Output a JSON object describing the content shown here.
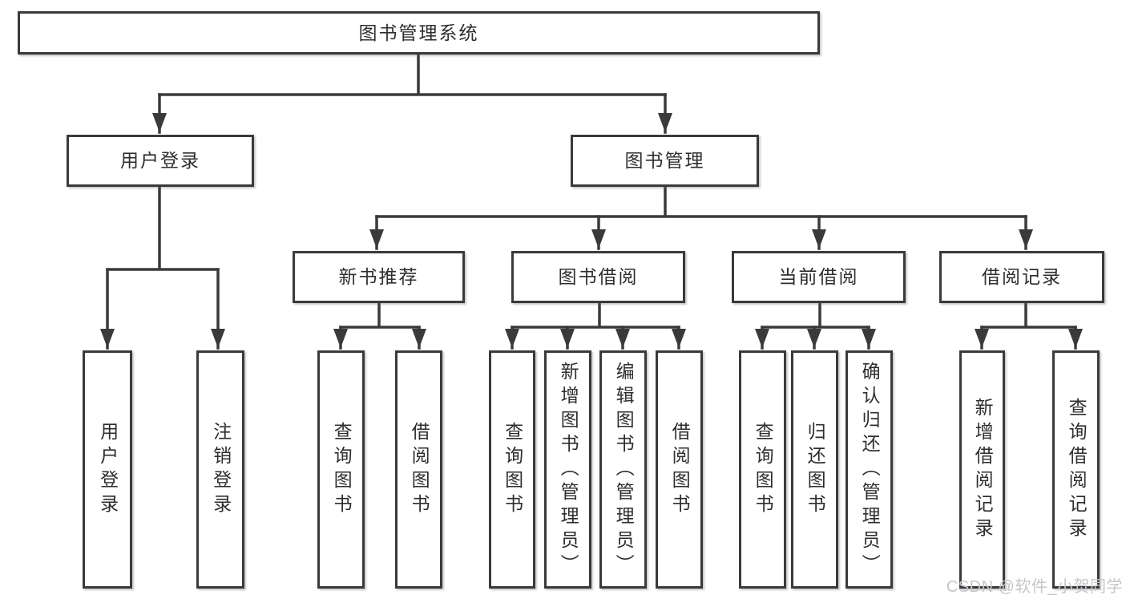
{
  "colors": {
    "line": "#3a3a3a",
    "text": "#2e2e2e",
    "watermark": "#c5c6ca",
    "background": "#ffffff"
  },
  "watermark": {
    "text": "CSDN @软件_小贺同学"
  },
  "tree": {
    "root": "图书管理系统",
    "children": [
      {
        "label": "用户登录",
        "children": [
          "用户登录",
          "注销登录"
        ]
      },
      {
        "label": "图书管理",
        "children": [
          {
            "label": "新书推荐",
            "children": [
              "查询图书",
              "借阅图书"
            ]
          },
          {
            "label": "图书借阅",
            "children": [
              "查询图书",
              "新增图书（管理员）",
              "编辑图书（管理员）",
              "借阅图书"
            ]
          },
          {
            "label": "当前借阅",
            "children": [
              "查询图书",
              "归还图书",
              "确认归还（管理员）"
            ]
          },
          {
            "label": "借阅记录",
            "children": [
              "新增借阅记录",
              "查询借阅记录"
            ]
          }
        ]
      }
    ]
  }
}
